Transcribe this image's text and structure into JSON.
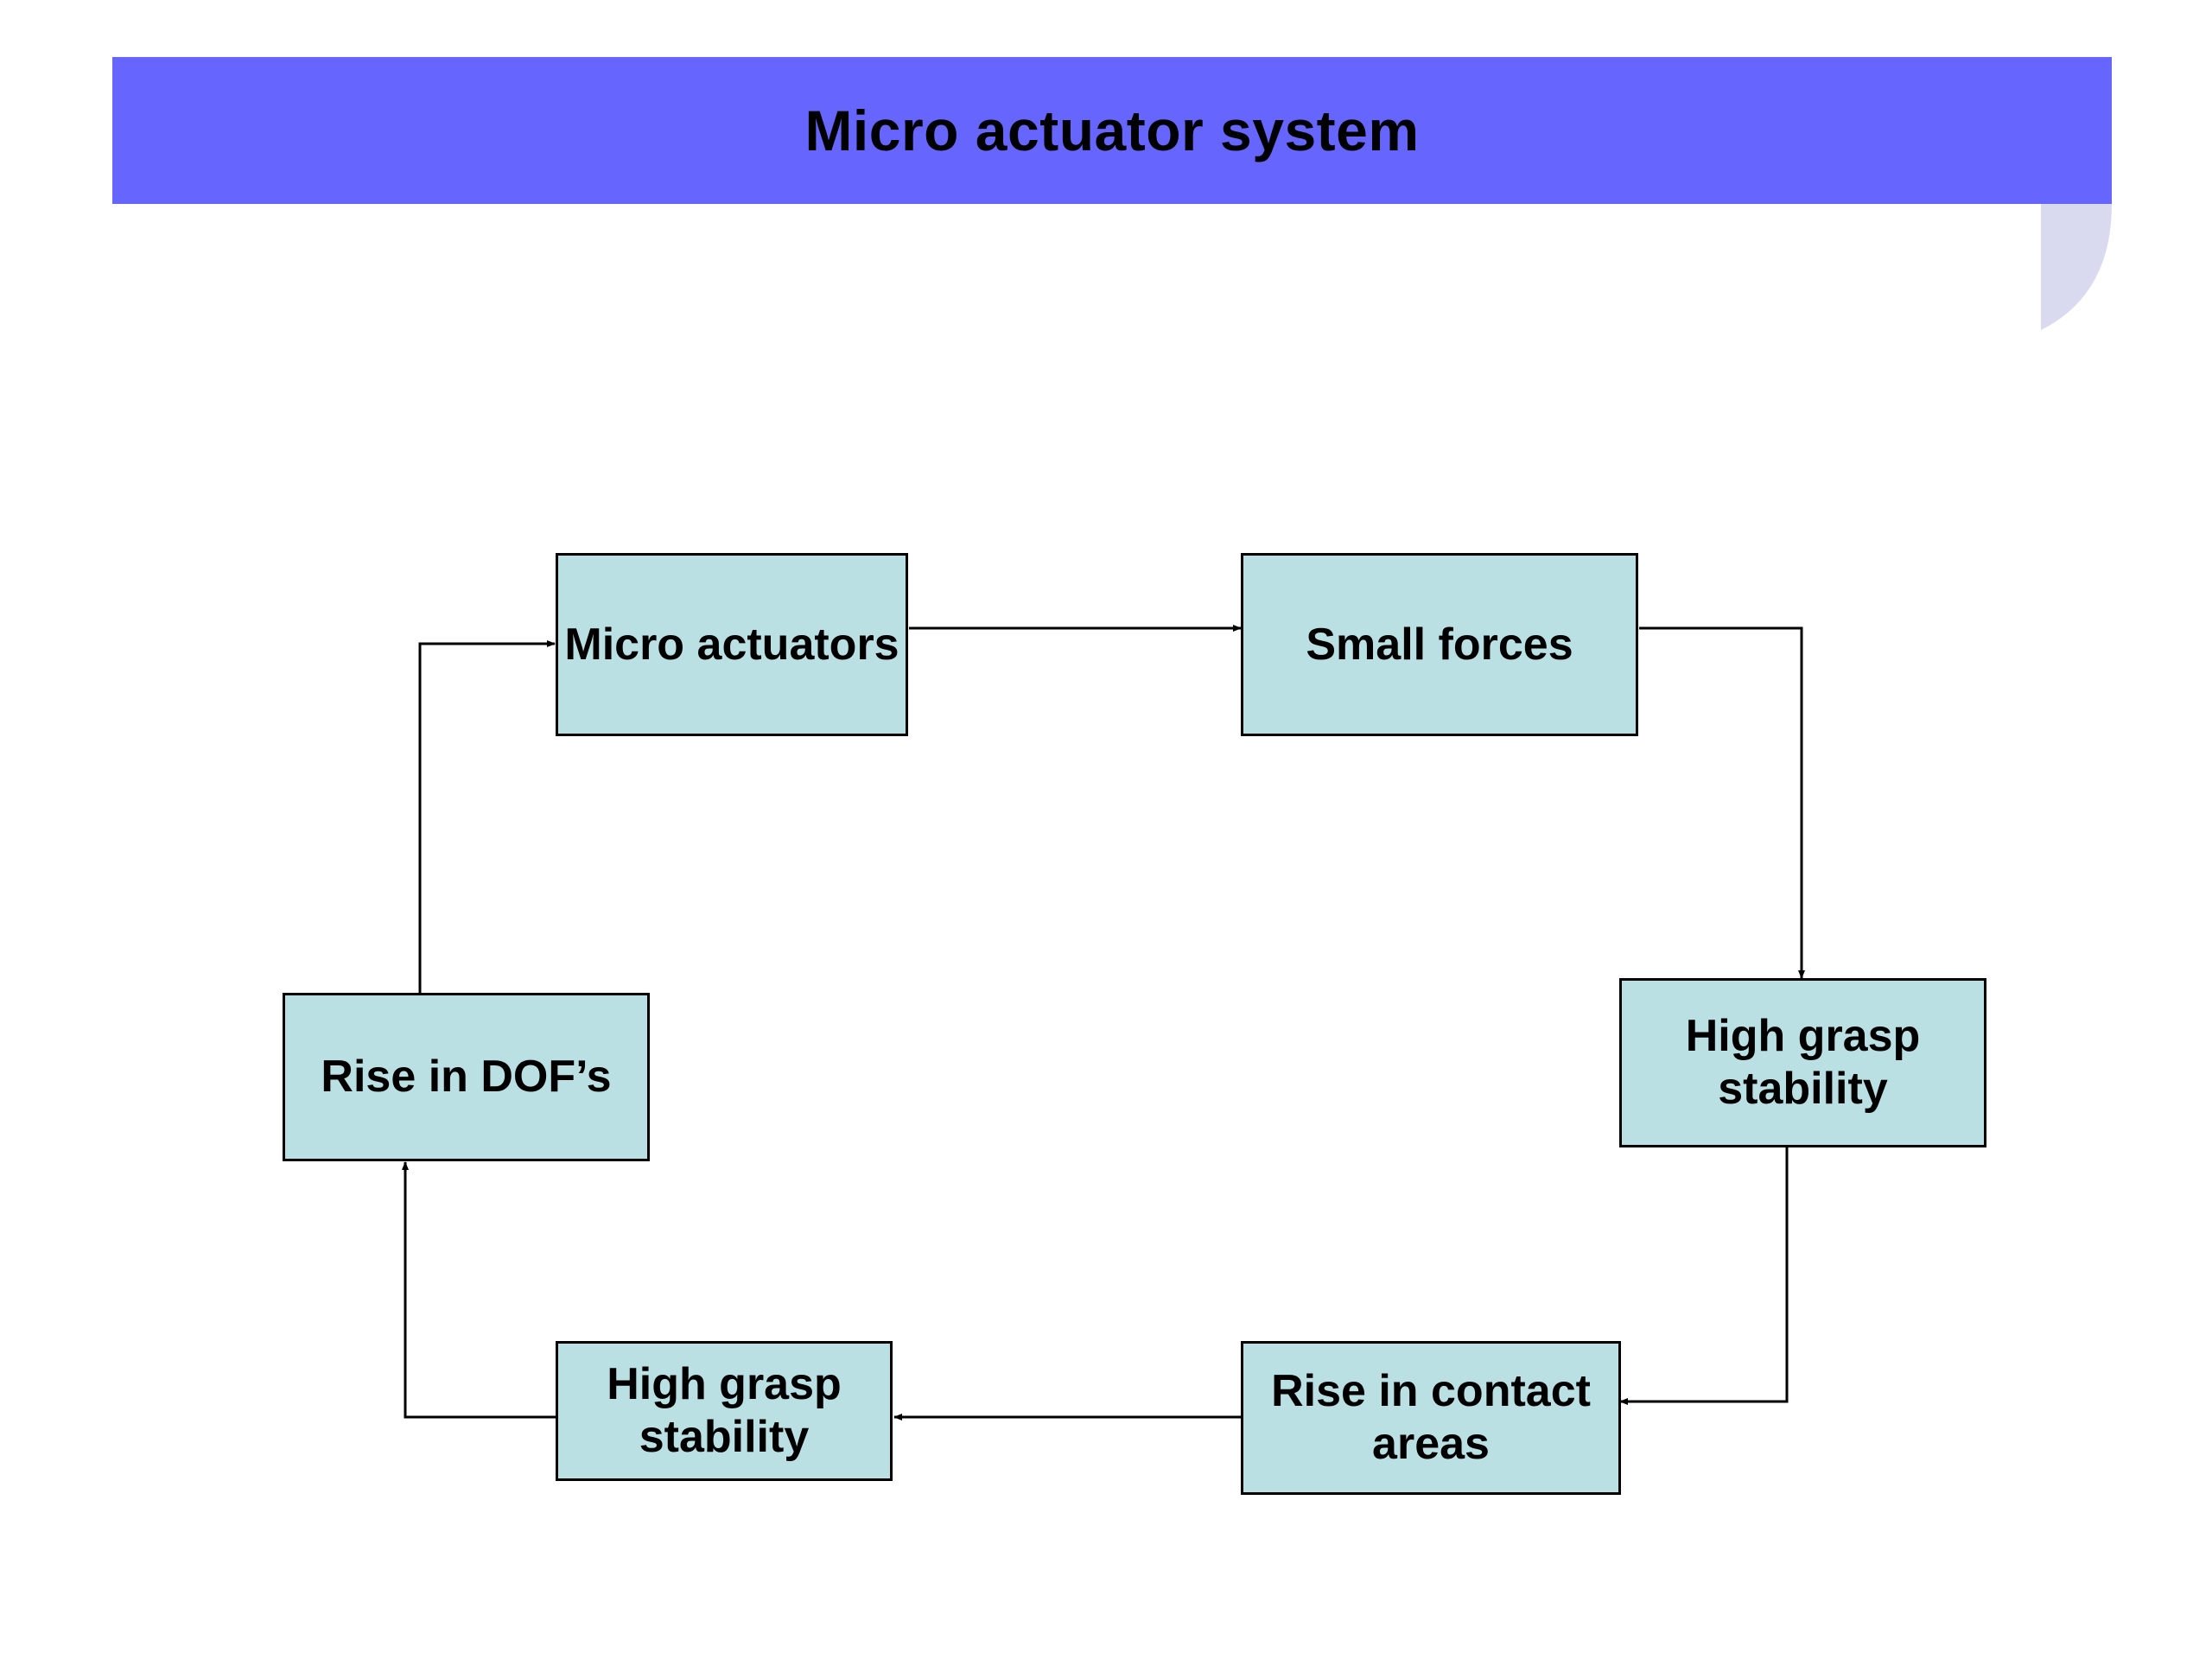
{
  "slide": {
    "title": "Micro actuator system",
    "banner_color": "#6666ff",
    "curl_color": "#d9d9ef"
  },
  "diagram": {
    "node_fill": "#bbe0e3",
    "nodes": {
      "micro_actuators": "Micro actuators",
      "small_forces": "Small forces",
      "high_grasp_stability_right": "High grasp\nstability",
      "rise_in_contact_areas": "Rise in contact\nareas",
      "high_grasp_stability_bottom": "High grasp\nstability",
      "rise_in_dofs": "Rise in DOF’s"
    },
    "edges": [
      {
        "from": "micro_actuators",
        "to": "small_forces"
      },
      {
        "from": "small_forces",
        "to": "high_grasp_stability_right"
      },
      {
        "from": "high_grasp_stability_right",
        "to": "rise_in_contact_areas"
      },
      {
        "from": "rise_in_contact_areas",
        "to": "high_grasp_stability_bottom"
      },
      {
        "from": "high_grasp_stability_bottom",
        "to": "rise_in_dofs"
      },
      {
        "from": "rise_in_dofs",
        "to": "micro_actuators"
      }
    ]
  }
}
